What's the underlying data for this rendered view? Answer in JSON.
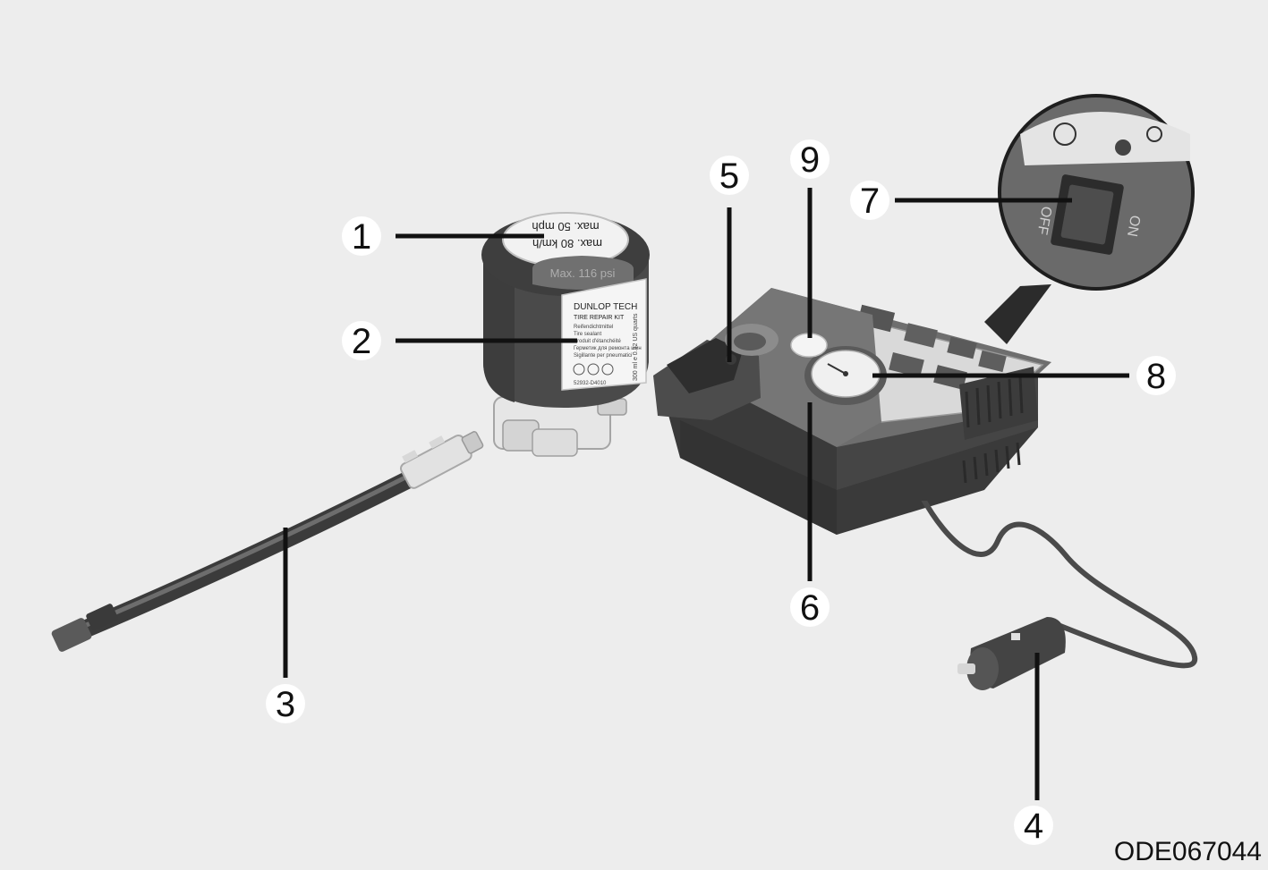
{
  "colors": {
    "background": "#ededed",
    "leader": "#111111",
    "callout_circle": "#ffffff",
    "device_dark": "#4a4a4a",
    "device_mid": "#6b6b6b",
    "device_light": "#8a8a8a"
  },
  "callouts": [
    {
      "number": "1",
      "part": "sealant-bottle-cap"
    },
    {
      "number": "2",
      "part": "sealant-bottle"
    },
    {
      "number": "3",
      "part": "filling-hose"
    },
    {
      "number": "4",
      "part": "power-plug"
    },
    {
      "number": "5",
      "part": "bottle-holder"
    },
    {
      "number": "6",
      "part": "compressor"
    },
    {
      "number": "7",
      "part": "on-off-switch"
    },
    {
      "number": "8",
      "part": "pressure-gauge"
    },
    {
      "number": "9",
      "part": "pressure-release-button"
    }
  ],
  "bottle_label": {
    "cap_line1": "max. 50 mph",
    "cap_line2": "max. 80 km/h",
    "pressure": "Max. 116 psi",
    "brand": "DUNLOP TECH",
    "product": "TIRE REPAIR KIT",
    "text_lines": [
      "Reifendichtmittel",
      "Tire sealant",
      "Produit d'étanchéité",
      "Герметик для ремонта шин",
      "Sigillante per pneumatici"
    ],
    "volume": "300 ml e 0.32 US quarts",
    "part_no": "52932-D4010"
  },
  "switch": {
    "off": "OFF",
    "on": "ON"
  },
  "image_code": "ODE067044"
}
